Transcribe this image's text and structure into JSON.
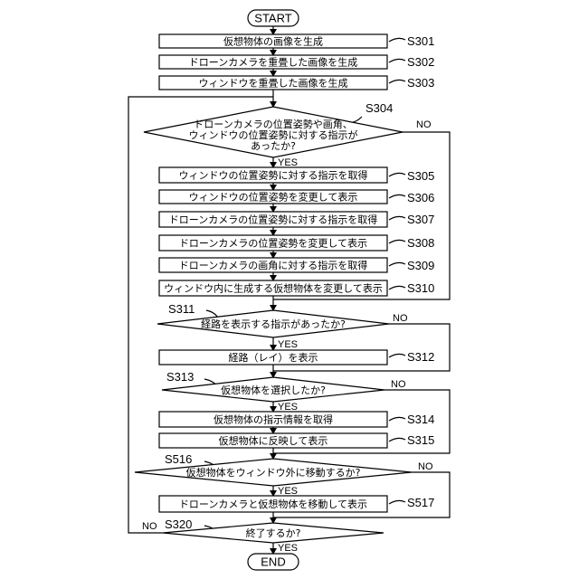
{
  "terminals": {
    "start": "START",
    "end": "END"
  },
  "steps": [
    {
      "id": "S301",
      "text": "仮想物体の画像を生成"
    },
    {
      "id": "S302",
      "text": "ドローンカメラを重畳した画像を生成"
    },
    {
      "id": "S303",
      "text": "ウィンドウを重畳した画像を生成"
    },
    {
      "id": "S305",
      "text": "ウィンドウの位置姿勢に対する指示を取得"
    },
    {
      "id": "S306",
      "text": "ウィンドウの位置姿勢を変更して表示"
    },
    {
      "id": "S307",
      "text": "ドローンカメラの位置姿勢に対する指示を取得"
    },
    {
      "id": "S308",
      "text": "ドローンカメラの位置姿勢を変更して表示"
    },
    {
      "id": "S309",
      "text": "ドローンカメラの画角に対する指示を取得"
    },
    {
      "id": "S310",
      "text": "ウィンドウ内に生成する仮想物体を変更して表示"
    },
    {
      "id": "S312",
      "text": "経路（レイ）を表示"
    },
    {
      "id": "S314",
      "text": "仮想物体の指示情報を取得"
    },
    {
      "id": "S315",
      "text": "仮想物体に反映して表示"
    },
    {
      "id": "S517",
      "text": "ドローンカメラと仮想物体を移動して表示"
    }
  ],
  "decisions": [
    {
      "id": "S304",
      "lines": [
        "ドローンカメラの位置姿勢や画角、",
        "ウィンドウの位置姿勢に対する指示が",
        "あったか?"
      ]
    },
    {
      "id": "S311",
      "lines": [
        "経路を表示する指示があったか?"
      ]
    },
    {
      "id": "S313",
      "lines": [
        "仮想物体を選択したか?"
      ]
    },
    {
      "id": "S516",
      "lines": [
        "仮想物体をウィンドウ外に移動するか?"
      ]
    },
    {
      "id": "S320",
      "lines": [
        "終了するか?"
      ]
    }
  ],
  "branch_labels": {
    "yes": "YES",
    "no": "NO"
  }
}
